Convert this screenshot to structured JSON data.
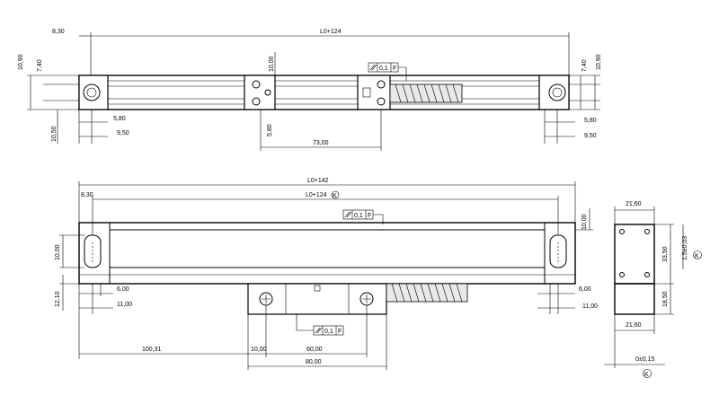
{
  "top_view": {
    "overall_length": "L0+124",
    "left_offset": "8,30",
    "left_h1": "10,90",
    "left_h2": "7,40",
    "left_h3": "10,50",
    "left_w1": "5,80",
    "left_w2": "9,50",
    "center_h1": "10,00",
    "center_h2": "5,80",
    "connector_span": "73,00",
    "right_h1": "7,40",
    "right_h2": "10,90",
    "right_w1": "5,80",
    "right_w2": "9,50",
    "tolerance": "0,1",
    "datum": "F"
  },
  "front_view": {
    "overall_length": "L0+142",
    "mounting_length": "L0+124",
    "datum_symbol": "K",
    "left_offset": "8,30",
    "left_h1": "10,00",
    "left_h2": "12,10",
    "left_w1": "6,00",
    "left_w2": "11,00",
    "right_h1": "10,00",
    "right_w1": "6,00",
    "right_w2": "11,00",
    "reader_offset": "100,31",
    "reader_inner": "10,00",
    "reader_span": "60,00",
    "reader_width": "80,00",
    "tolerance_top": "0,1",
    "tolerance_bottom": "0,1",
    "datum": "F"
  },
  "side_view": {
    "top_width": "21,60",
    "height_upper": "33,50",
    "height_lower": "18,50",
    "bottom_width": "21,60",
    "side_tol": "1,5±0,03",
    "base_tol": "0±0,15",
    "datum_symbol": "K"
  }
}
